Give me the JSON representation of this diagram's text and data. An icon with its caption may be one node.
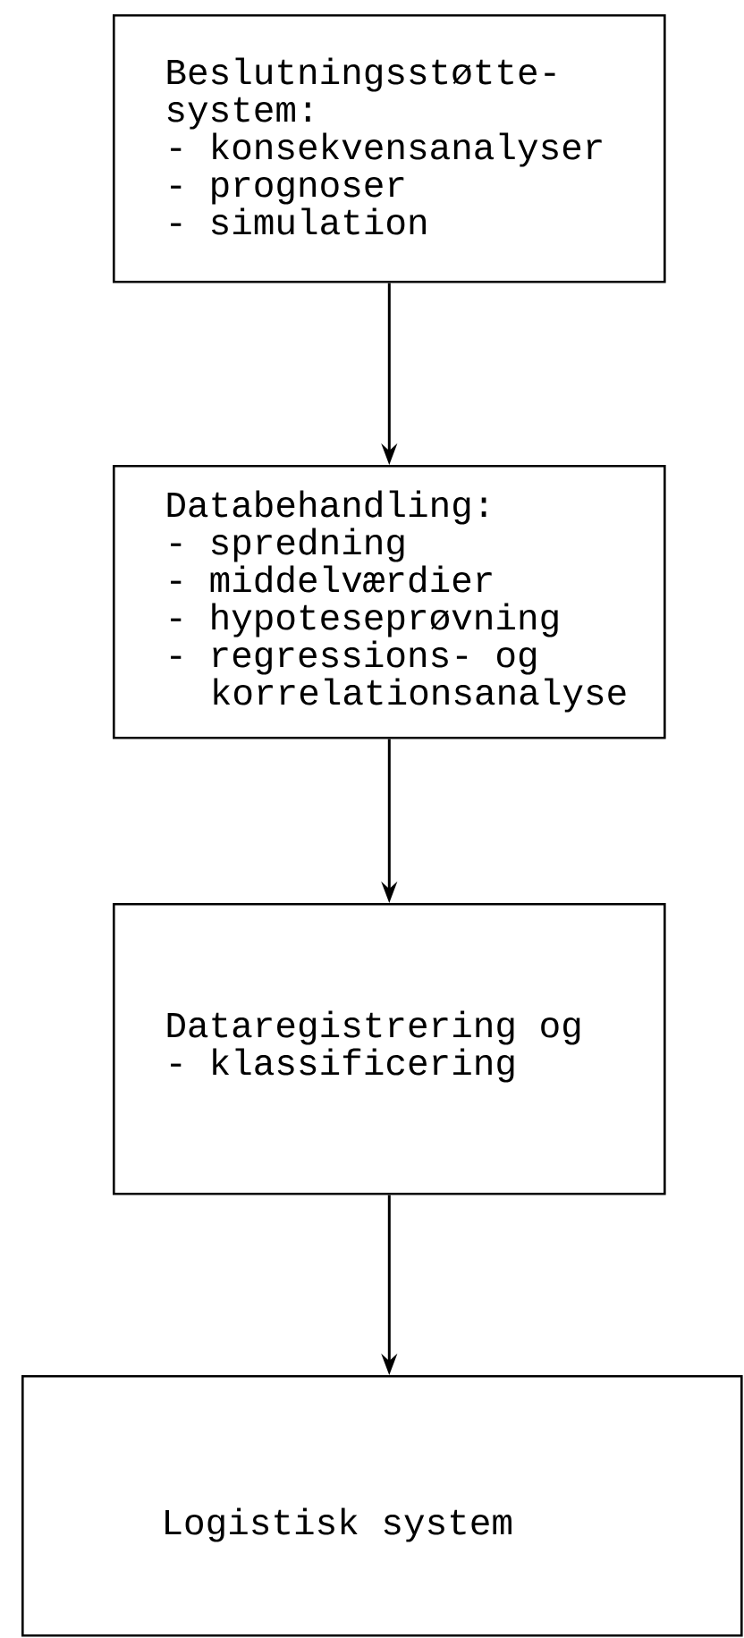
{
  "diagram": {
    "nodes": [
      {
        "text": [
          "Beslutningsstøtte- system:",
          "- konsekvensanalyser",
          "- prognoser",
          "- simulation"
        ]
      },
      {
        "text": [
          "Databehandling:",
          "- spredning",
          "- middelværdier",
          "- hypoteseprøvning",
          "- regressions- og korrelationsanalyse"
        ]
      },
      {
        "text": [
          "Dataregistrering og - klassificering"
        ]
      },
      {
        "text": [
          "Logistisk system"
        ]
      }
    ],
    "edges": [
      {
        "from": 0,
        "to": 1,
        "arrow": "to"
      },
      {
        "from": 1,
        "to": 2,
        "arrow": "to"
      },
      {
        "from": 2,
        "to": 3,
        "arrow": "to"
      }
    ]
  }
}
